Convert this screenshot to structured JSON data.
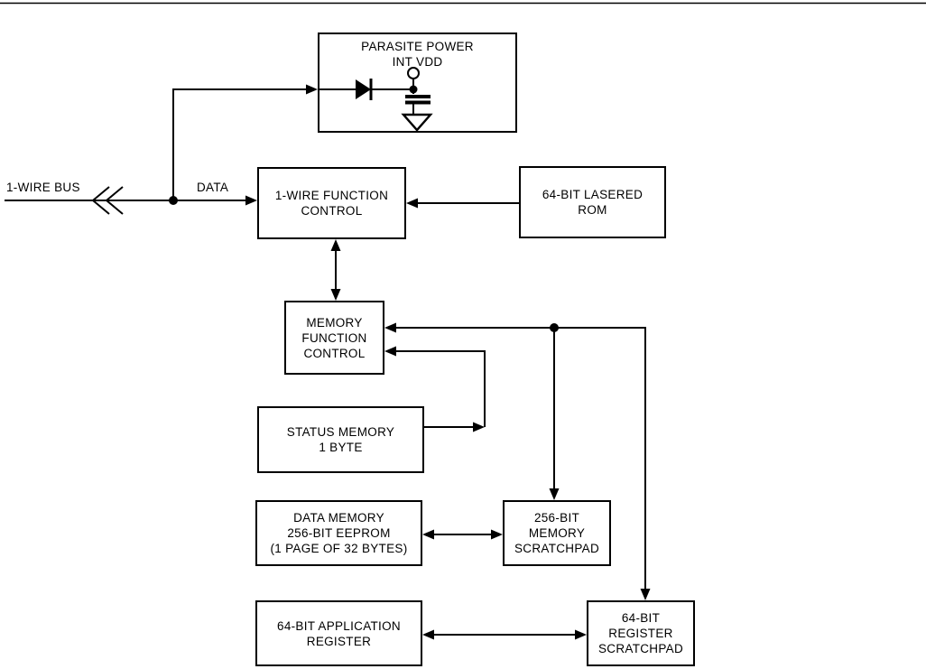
{
  "page": {
    "background": "#ffffff",
    "line_color": "#000000"
  },
  "wire_labels": {
    "bus": "1-WIRE BUS",
    "data": "DATA"
  },
  "blocks": {
    "parasite_power": {
      "lines": [
        "PARASITE POWER",
        "INT VDD"
      ]
    },
    "one_wire_function_control": {
      "lines": [
        "1-WIRE FUNCTION",
        "CONTROL"
      ]
    },
    "lasered_rom": {
      "lines": [
        "64-BIT LASERED",
        "ROM"
      ]
    },
    "memory_function_control": {
      "lines": [
        "MEMORY",
        "FUNCTION",
        "CONTROL"
      ]
    },
    "status_memory": {
      "lines": [
        "STATUS MEMORY",
        "1 BYTE"
      ]
    },
    "data_memory": {
      "lines": [
        "DATA MEMORY",
        "256-BIT EEPROM",
        "(1 PAGE OF 32 BYTES)"
      ]
    },
    "memory_scratchpad": {
      "lines": [
        "256-BIT",
        "MEMORY",
        "SCRATCHPAD"
      ]
    },
    "application_register": {
      "lines": [
        "64-BIT APPLICATION",
        "REGISTER"
      ]
    },
    "register_scratchpad": {
      "lines": [
        "64-BIT",
        "REGISTER",
        "SCRATCHPAD"
      ]
    }
  },
  "symbols": {
    "diode": "diode-icon",
    "capacitor": "capacitor-icon",
    "ground": "ground-icon",
    "vdd_terminal": "vdd-terminal-icon",
    "bus_chevron": "double-chevron-icon",
    "junction": "junction-dot"
  }
}
